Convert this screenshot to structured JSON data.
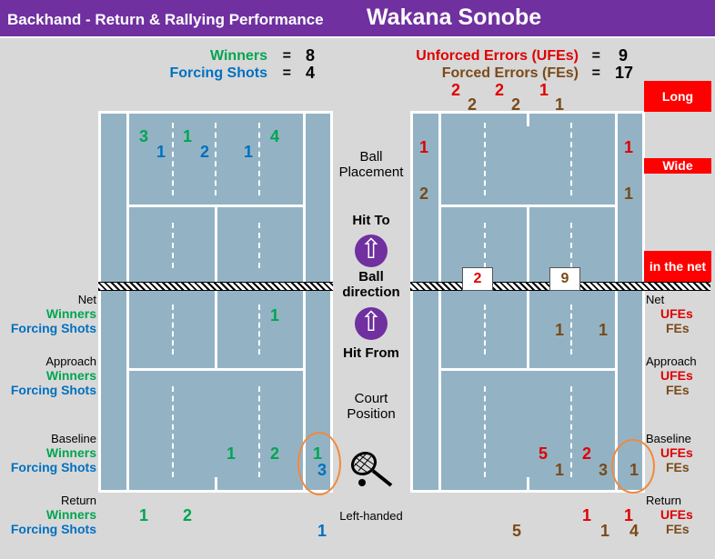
{
  "header": {
    "section": "Backhand - Return & Rallying Performance",
    "player": "Wakana Sonobe"
  },
  "stats": {
    "winners_label": "Winners",
    "winners": "8",
    "forcing_label": "Forcing Shots",
    "forcing": "4",
    "ufe_label": "Unforced Errors (UFEs)",
    "ufe": "9",
    "fe_label": "Forced Errors (FEs)",
    "fe": "17",
    "eq": "="
  },
  "center": {
    "ball": "Ball",
    "placement": "Placement",
    "hit_to": "Hit To",
    "ball2": "Ball",
    "direction": "direction",
    "hit_from": "Hit From",
    "court": "Court",
    "position": "Position",
    "handed": "Left-handed"
  },
  "right_boxes": {
    "long": "Long",
    "wide": "Wide",
    "net": "in the net"
  },
  "left_rows": [
    {
      "title": "Net",
      "a": "Winners",
      "b": "Forcing Shots"
    },
    {
      "title": "Approach",
      "a": "Winners",
      "b": "Forcing Shots"
    },
    {
      "title": "Baseline",
      "a": "Winners",
      "b": "Forcing Shots"
    },
    {
      "title": "Return",
      "a": "Winners",
      "b": "Forcing Shots"
    }
  ],
  "right_rows": [
    {
      "title": "Net",
      "a": "UFEs",
      "b": "FEs"
    },
    {
      "title": "Approach",
      "a": "UFEs",
      "b": "FEs"
    },
    {
      "title": "Baseline",
      "a": "UFEs",
      "b": "FEs"
    },
    {
      "title": "Return",
      "a": "UFEs",
      "b": "FEs"
    }
  ],
  "left_court": {
    "placement_w": [
      "3",
      "1",
      "4"
    ],
    "placement_f": [
      "1",
      "2",
      "1"
    ],
    "net_w": "1",
    "baseline_w": [
      "1",
      "2",
      "1"
    ],
    "baseline_f": "3",
    "return_w": [
      "1",
      "2"
    ],
    "return_f": "1"
  },
  "right_court": {
    "top_ufe": [
      "2",
      "2",
      "1"
    ],
    "top_fe": [
      "2",
      "2",
      "1"
    ],
    "wide_ufe": [
      "1",
      "1"
    ],
    "wide_fe": [
      "2",
      "1"
    ],
    "net_ufe_box": "2",
    "net_fe_box": "9",
    "net_fe": [
      "1",
      "1"
    ],
    "baseline_ufe": [
      "5",
      "2"
    ],
    "baseline_fe": [
      "1",
      "3",
      "1"
    ],
    "return_ufe": [
      "1",
      "1"
    ],
    "return_fe": [
      "5",
      "1",
      "4"
    ]
  },
  "colors": {
    "header": "#7030a0",
    "court": "#93b3c5",
    "green": "#00a550",
    "blue": "#0070c0",
    "red": "#e00000",
    "brown": "#7a4a18"
  }
}
